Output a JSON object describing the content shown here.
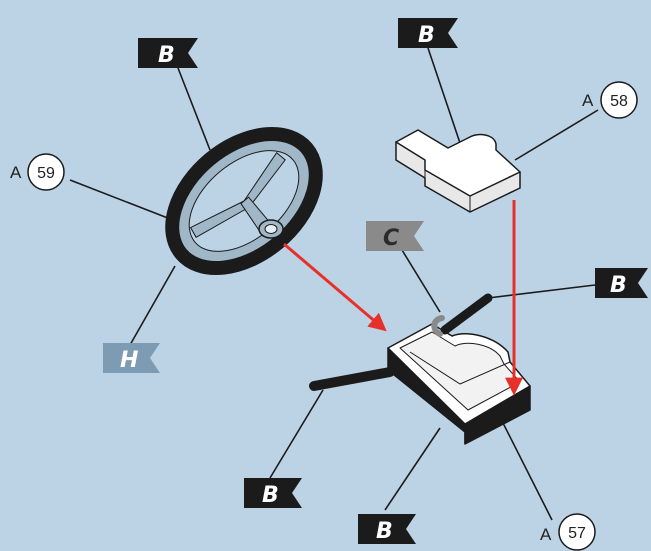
{
  "flags": {
    "wheel_top": "B",
    "switch_top": "B",
    "switch_left": "C",
    "switch_right": "B",
    "bottom_left": "B",
    "bottom_center": "B",
    "wheel_bottom": "H"
  },
  "parts": {
    "steering_wheel": {
      "prefix": "A",
      "number": "59"
    },
    "cover": {
      "prefix": "A",
      "number": "58"
    },
    "column_switch": {
      "prefix": "A",
      "number": "57"
    }
  },
  "colors": {
    "background": "#bcd3e6",
    "flag_black": "#1b1b1b",
    "flag_grey": "#8a8a8a",
    "flag_blue": "#7d9cb3",
    "arrow": "#e8302a",
    "wheel_spokes": "#9fb7c6"
  }
}
